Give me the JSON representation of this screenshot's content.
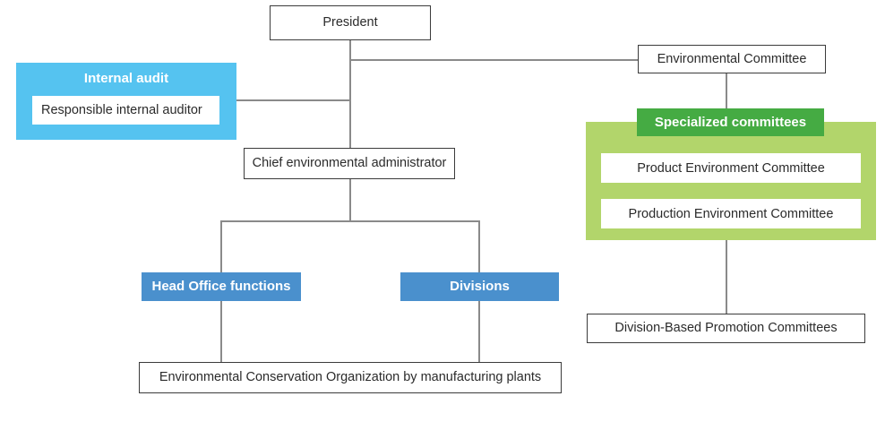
{
  "diagram": {
    "title": "Environmental management organizational chart",
    "colors": {
      "cyan_panel": "#55c3f0",
      "green_panel": "#b2d56b",
      "green_header": "#45ab43",
      "blue_box": "#4a90cd",
      "line": "#8a8a8a",
      "box_border": "#3b3b3b",
      "text": "#2b2b2b",
      "text_on_color": "#ffffff"
    },
    "nodes": {
      "president": "President",
      "environmental_committee": "Environmental Committee",
      "internal_audit_title": "Internal audit",
      "responsible_internal_auditor": "Responsible internal auditor",
      "chief_environmental_administrator": "Chief environmental administrator",
      "specialized_committees_title": "Specialized committees",
      "product_environment_committee": "Product Environment Committee",
      "production_environment_committee": "Production Environment Committee",
      "head_office_functions": "Head Office functions",
      "divisions": "Divisions",
      "division_based_promotion_committees": "Division-Based Promotion Committees",
      "environmental_conservation_organization": "Environmental Conservation Organization by manufacturing plants"
    }
  }
}
